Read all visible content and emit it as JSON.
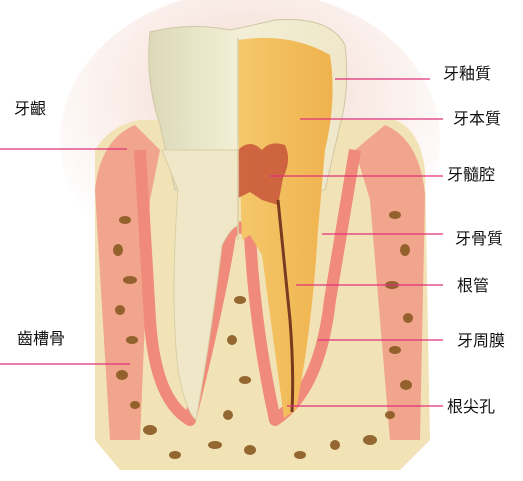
{
  "labels": {
    "gingiva": "牙齦",
    "alveolar_bone": "齒槽骨",
    "enamel": "牙釉質",
    "dentin": "牙本質",
    "pulp_cavity": "牙髓腔",
    "cementum": "牙骨質",
    "root_canal": "根管",
    "periodontal_ligament": "牙周膜",
    "apical_foramen": "根尖孔"
  },
  "colors": {
    "leader_line": "#e0307a",
    "enamel": "#f4f0d8",
    "dentin": "#f3c15a",
    "gum": "#f2a088",
    "bone": "#f1e2b0",
    "marrow": "#8a5a22"
  }
}
